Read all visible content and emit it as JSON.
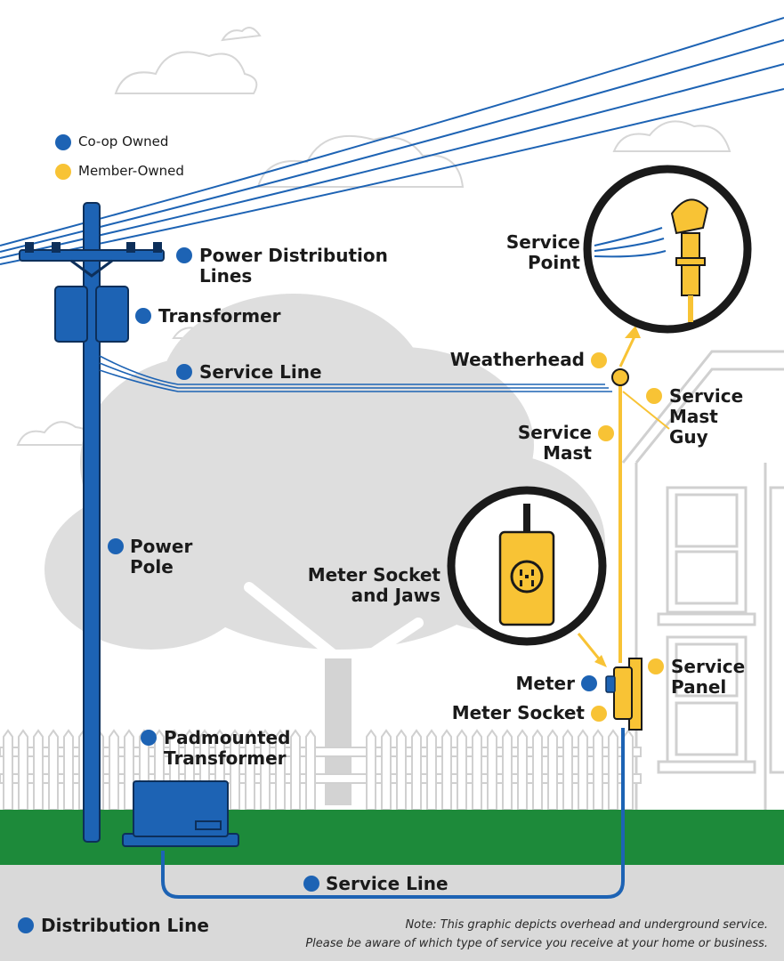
{
  "legend": {
    "coop": "Co-op Owned",
    "member": "Member-Owned"
  },
  "labels": {
    "power_distribution_lines": [
      "Power Distribution",
      "Lines"
    ],
    "transformer": "Transformer",
    "service_line_overhead": "Service Line",
    "power_pole": [
      "Power",
      "Pole"
    ],
    "padmounted_transformer": [
      "Padmounted",
      "Transformer"
    ],
    "service_line_underground": "Service Line",
    "distribution_line": "Distribution Line",
    "service_point": [
      "Service",
      "Point"
    ],
    "weatherhead": "Weatherhead",
    "service_mast_guy": [
      "Service",
      "Mast",
      "Guy"
    ],
    "service_mast": [
      "Service",
      "Mast"
    ],
    "meter_socket_and_jaws": [
      "Meter Socket",
      "and Jaws"
    ],
    "meter": "Meter",
    "meter_socket": "Meter Socket",
    "service_panel": [
      "Service",
      "Panel"
    ]
  },
  "note": [
    "Note: This graphic depicts overhead and underground service.",
    "Please be aware of which type of service you receive at your home or business."
  ],
  "colors": {
    "coop_blue": "#1d63b4",
    "member_gold": "#f8c335",
    "grass": "#1d8a3a",
    "ground": "#d9d9d9",
    "tree": "#dedede"
  }
}
